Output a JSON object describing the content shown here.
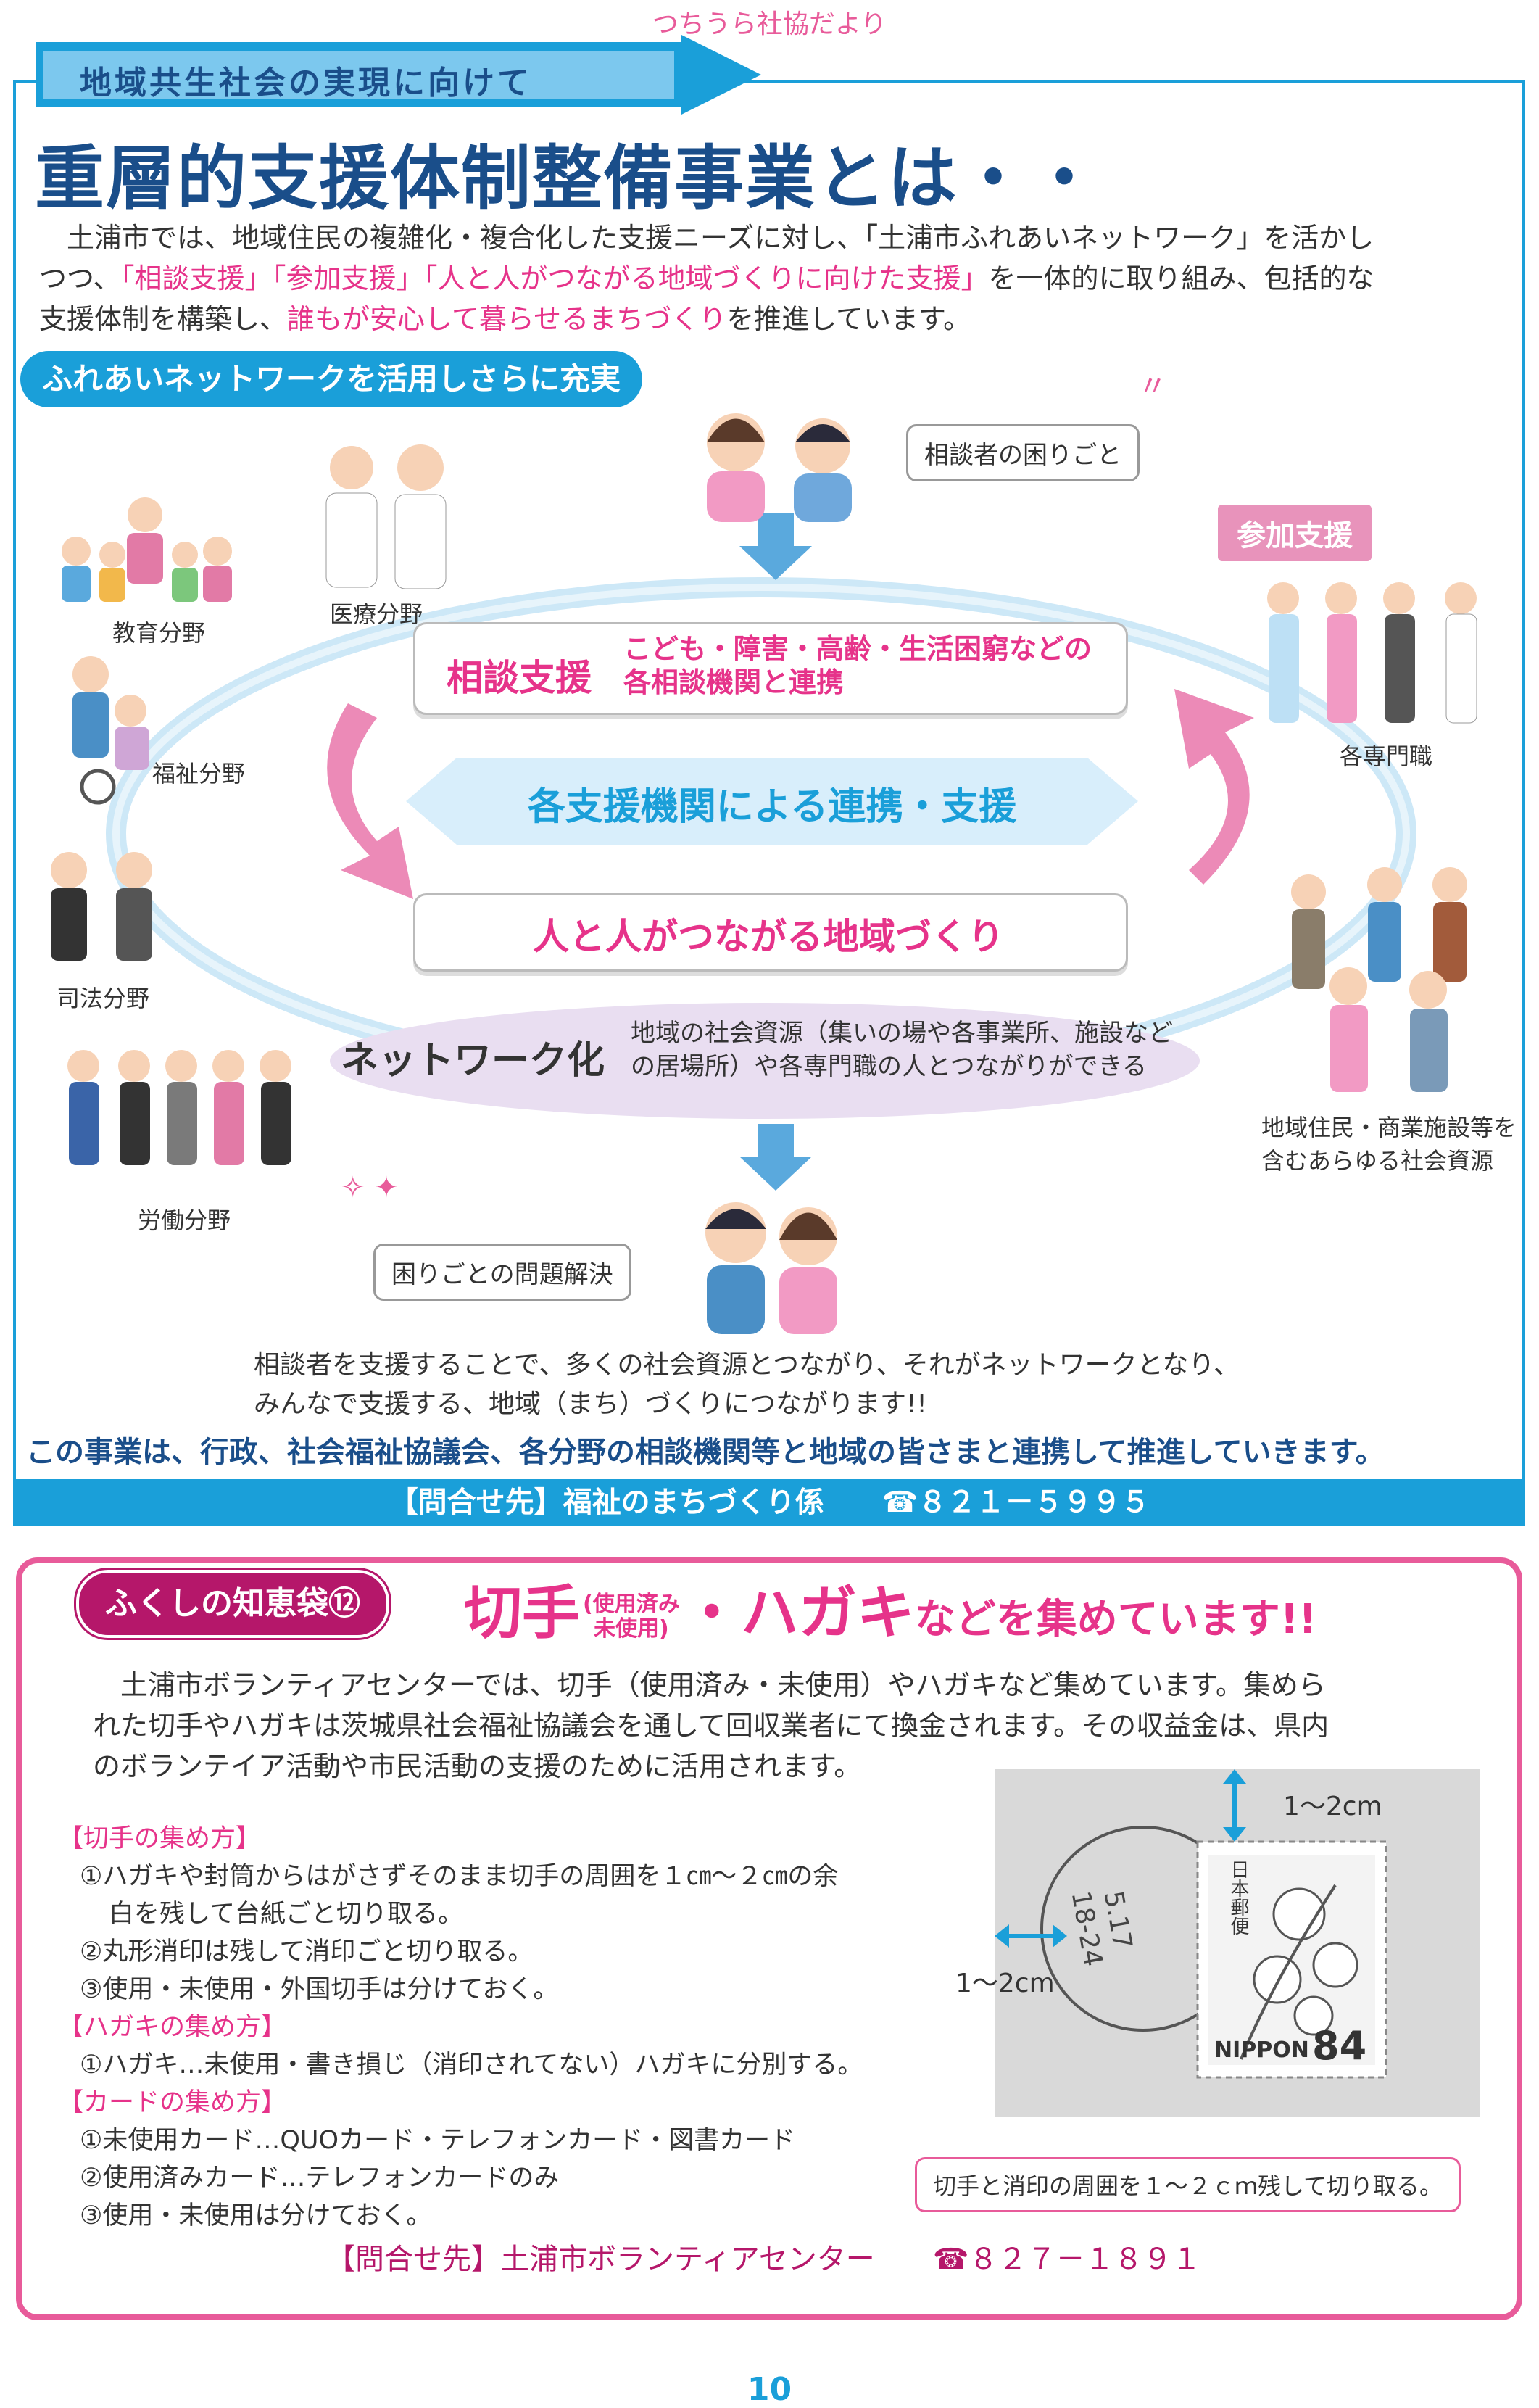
{
  "header": {
    "newsletter": "つちうら社協だより"
  },
  "top": {
    "banner": "地域共生社会の実現に向けて",
    "title": "重層的支援体制整備事業とは・・",
    "intro_line1": "土浦市では、地域住民の複雑化・複合化した支援ニーズに対し、「土浦市ふれあいネットワーク」を活かし",
    "intro_line2_pre": "つつ、",
    "intro_line2_pink": "「相談支援」「参加支援」「人と人がつながる地域づくりに向けた支援」",
    "intro_line2_post": "を一体的に取り組み、包括的な",
    "intro_line3_pre": "支援体制を構築し、",
    "intro_line3_pink": "誰もが安心して暮らせるまちづくり",
    "intro_line3_post": "を推進しています。",
    "subheading": "ふれあいネットワークを活用しさらに充実",
    "trouble_bubble": "相談者の困りごと",
    "participation_tag": "参加支援",
    "fields": {
      "education": "教育分野",
      "medical": "医療分野",
      "welfare": "福祉分野",
      "judicial": "司法分野",
      "labor": "労働分野",
      "professionals": "各専門職",
      "residents_line1": "地域住民・商業施設等を",
      "residents_line2": "含むあらゆる社会資源"
    },
    "consult_tag": "相談支援",
    "consult_desc_line1": "こども・障害・高齢・生活困窮などの",
    "consult_desc_line2": "各相談機関と連携",
    "cooperation": "各支援機関による連携・支援",
    "community": "人と人がつながる地域づくり",
    "network_label": "ネットワーク化",
    "network_desc_line1": "地域の社会資源（集いの場や各事業所、施設など",
    "network_desc_line2": "の居場所）や各専門職の人とつながりができる",
    "solved_bubble": "困りごとの問題解決",
    "summary_line1": "相談者を支援することで、多くの社会資源とつながり、それがネットワークとなり、",
    "summary_line2": "みんなで支援する、地域（まち）づくりにつながります!!",
    "promise": "この事業は、行政、社会福祉協議会、各分野の相談機関等と地域の皆さまと連携して推進していきます。",
    "contact": "【問合せ先】福祉のまちづくり係　　☎８２１－５９９５"
  },
  "bottom": {
    "tab": "ふくしの知恵袋⑫",
    "title_a": "切手",
    "title_paren1": "使用済み",
    "title_paren2": "未使用",
    "title_b": "・ハガキ",
    "title_c": "などを集めています!!",
    "body_line1": "土浦市ボランティアセンターでは、切手（使用済み・未使用）やハガキなど集めています。集めら",
    "body_line2": "れた切手やハガキは茨城県社会福祉協議会を通して回収業者にて換金されます。その収益金は、県内",
    "body_line3": "のボランテイア活動や市民活動の支援のために活用されます。",
    "stamp_heading": "【切手の集め方】",
    "stamp_1a": "①ハガキや封筒からはがさずそのまま切手の周囲を１㎝～２㎝の余",
    "stamp_1b": "白を残して台紙ごと切り取る。",
    "stamp_2": "②丸形消印は残して消印ごと切り取る。",
    "stamp_3": "③使用・未使用・外国切手は分けておく。",
    "postcard_heading": "【ハガキの集め方】",
    "postcard_1": "①ハガキ…未使用・書き損じ（消印されてない）ハガキに分別する。",
    "card_heading": "【カードの集め方】",
    "card_1": "①未使用カード…QUOカード・テレフォンカード・図書カード",
    "card_2": "②使用済みカード…テレフォンカードのみ",
    "card_3": "③使用・未使用は分けておく。",
    "dim_top": "1～2cm",
    "dim_left": "1～2cm",
    "stamp_country": "日本郵便",
    "stamp_nippon": "NIPPON",
    "stamp_value": "84",
    "postmark_date": "5.17",
    "postmark_time": "18-24",
    "caption": "切手と消印の周囲を１～２ｃｍ残して切り取る。",
    "contact": "【問合せ先】土浦市ボランティアセンター　　☎８２７－１８９１"
  },
  "page_number": "10",
  "colors": {
    "blue": "#1a9fd9",
    "navy": "#1a4e8a",
    "pink": "#e6338a",
    "magenta": "#b5176a"
  }
}
